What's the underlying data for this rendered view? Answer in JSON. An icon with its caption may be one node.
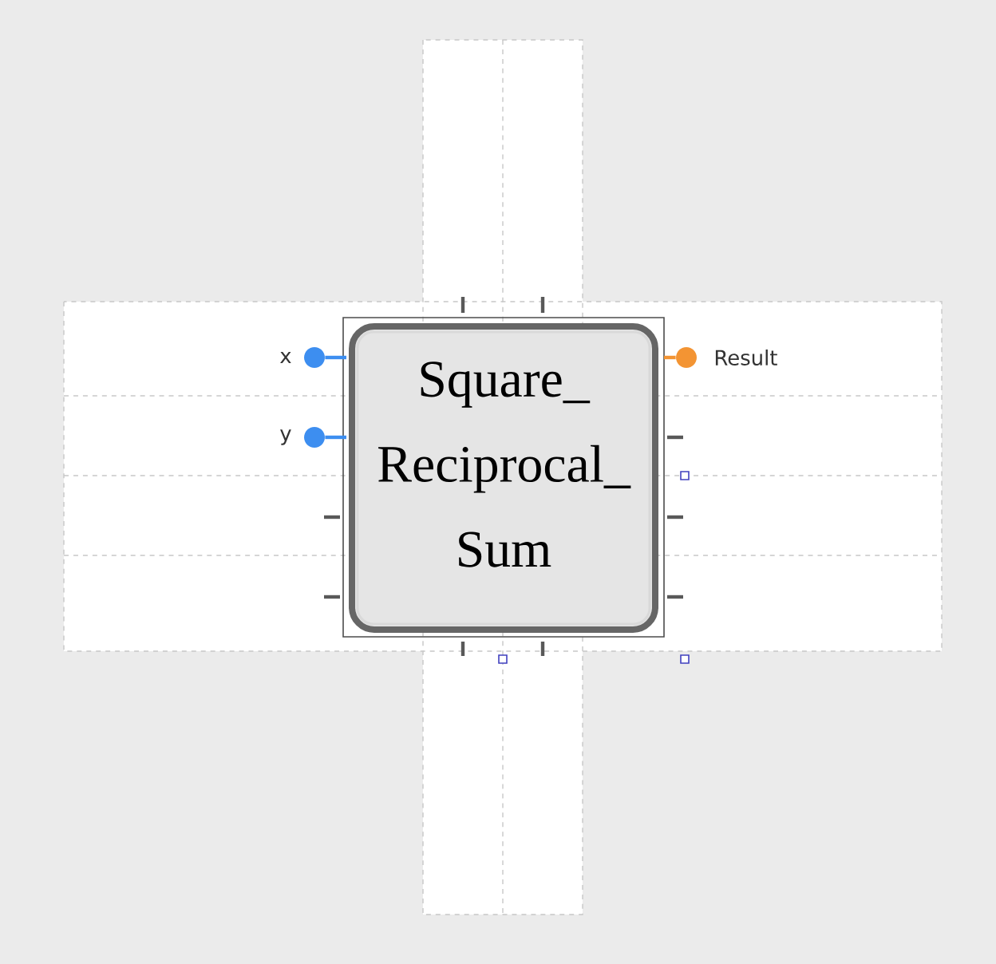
{
  "diagram": {
    "nodes": [
      {
        "text": [
          "Square_ Reciprocal_ Sum"
        ]
      },
      {
        "text": [
          "x"
        ]
      },
      {
        "text": [
          "y"
        ]
      },
      {
        "text": [
          "Result"
        ]
      }
    ],
    "edges": [
      {
        "from": 1,
        "to": 0,
        "arrow": "none",
        "color": "#3d8ef0"
      },
      {
        "from": 2,
        "to": 0,
        "arrow": "none",
        "color": "#3d8ef0"
      },
      {
        "from": 0,
        "to": 3,
        "arrow": "none",
        "color": "#f39433"
      }
    ]
  }
}
